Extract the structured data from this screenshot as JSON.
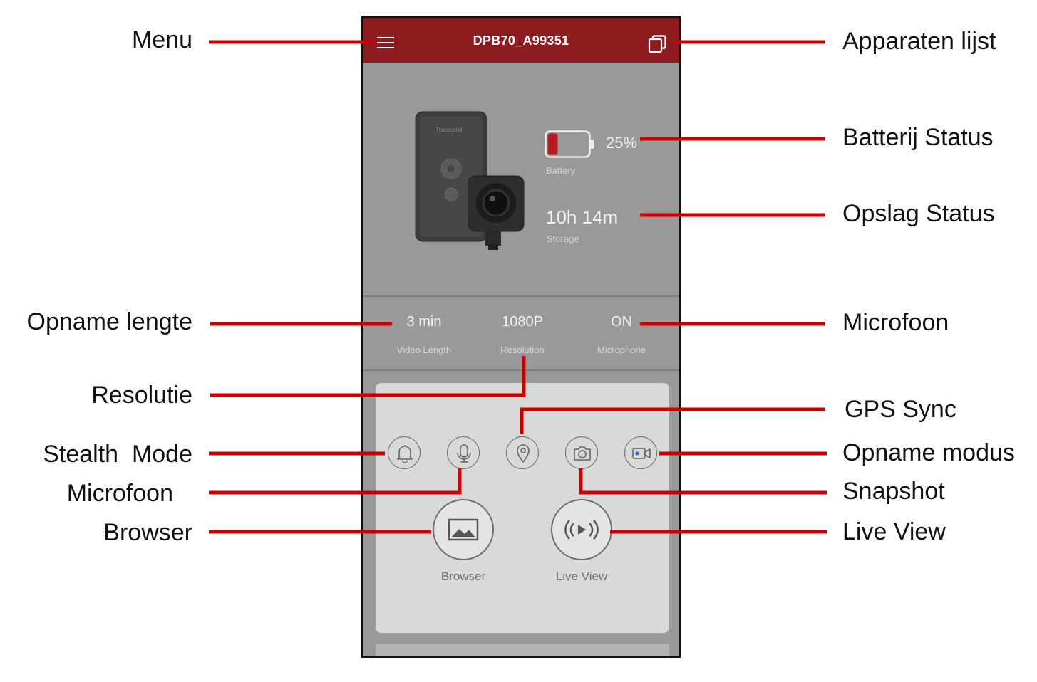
{
  "app": {
    "title": "DPB70_A99351",
    "battery": {
      "percent": "25%",
      "label": "Battery",
      "level": 0.25
    },
    "storage": {
      "value": "10h 14m",
      "label": "Storage"
    },
    "stats": [
      {
        "value": "3 min",
        "label": "Video Length"
      },
      {
        "value": "1080P",
        "label": "Resolution"
      },
      {
        "value": "ON",
        "label": "Microphone"
      }
    ],
    "quick_buttons": [
      "bell-icon",
      "microphone-icon",
      "location-pin-icon",
      "camera-icon",
      "video-camera-icon"
    ],
    "browser_label": "Browser",
    "liveview_label": "Live View",
    "colors": {
      "topbar": "#8e1b20",
      "accent_line": "#cc0000",
      "battery_fill": "#b81c22"
    }
  },
  "annotations": {
    "left": [
      "Menu",
      "Opname lengte",
      "Resolutie",
      "Stealth  Mode",
      "Microfoon",
      "Browser"
    ],
    "right": [
      "Apparaten lijst",
      "Batterij Status",
      "Opslag Status",
      "Microfoon",
      "GPS Sync",
      "Opname modus",
      "Snapshot",
      "Live View"
    ]
  }
}
